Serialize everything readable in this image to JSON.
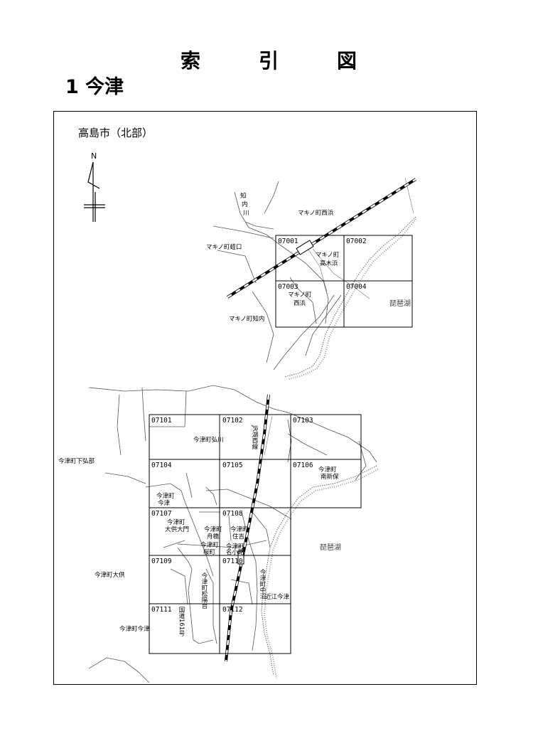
{
  "title": {
    "chars": [
      "索",
      "引",
      "図"
    ]
  },
  "subtitle": "1 今津",
  "region_label": "高島市（北部）",
  "north_label": "N",
  "north_map": {
    "sheets": [
      "07001",
      "07002",
      "07003",
      "07004"
    ],
    "places": {
      "nishihama": "マキノ町西浜",
      "hiruguchi": "マキノ町蛭口",
      "takagihama_1": "マキノ町",
      "takagihama_2": "高木浜",
      "nishihama2_1": "マキノ町",
      "nishihama2_2": "西浜",
      "chinai": "マキノ町知内",
      "lake": "琵琶湖",
      "river_1": "知",
      "river_2": "内",
      "river_3": "川"
    }
  },
  "south_map": {
    "sheets": [
      "07101",
      "07102",
      "07103",
      "07104",
      "07105",
      "07106",
      "07107",
      "07108",
      "07109",
      "07110",
      "07111",
      "07112"
    ],
    "places": {
      "hirokawa": "今津町弘川",
      "shimohirobe": "今津町下弘部",
      "minamishinpo_1": "今津町",
      "minamishinpo_2": "南新保",
      "imazu_1": "今津町",
      "imazu_2": "今津",
      "daikudaimon_1": "今津町",
      "daikudaimon_2": "大供大門",
      "funabashi_1": "今津町",
      "funabashi_2": "舟橋",
      "sumiyoshi_1": "今津町",
      "sumiyoshi_2": "住吉",
      "sakuramachi_1": "今津町",
      "sakuramachi_2": "桜町",
      "nakoji_1": "今津町",
      "nakoji_2": "名小路",
      "nakanuma": "今津町中沼",
      "matsunoshitadai": "今津町松陽台",
      "daiku": "今津町大供",
      "imazu_town": "今津町今津",
      "lake": "琵琶湖",
      "station": "近江今津",
      "route": "国道161号",
      "rail": "JR湖西線"
    }
  }
}
